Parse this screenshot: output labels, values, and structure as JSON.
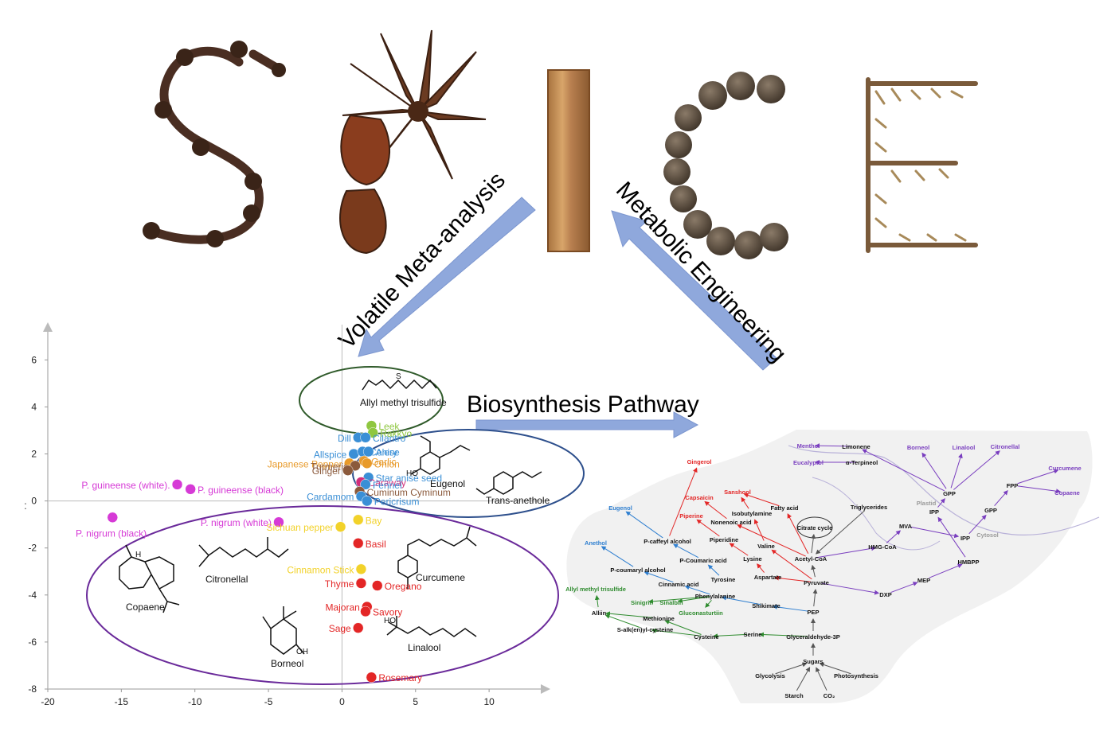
{
  "banner": {
    "letters": [
      "S",
      "P",
      "I",
      "C",
      "E"
    ],
    "arrow_left_label": "Volatile Meta-analysis",
    "arrow_right_label": "Metabolic Engineering",
    "arrow_bottom_label": "Biosynthesis Pathway"
  },
  "colors": {
    "arrow_blue": "#8fa8dc",
    "pathway_red": "#e32626",
    "pathway_blue": "#2f7fd0",
    "pathway_green": "#2e8b2e",
    "pathway_purple": "#7a3fbf",
    "ellipse_green": "#2f5a2a",
    "ellipse_blue": "#2d4f8c",
    "ellipse_purple": "#6a2a9a"
  },
  "chart_data": {
    "type": "scatter",
    "xlim": [
      -20,
      14
    ],
    "ylim": [
      -8,
      7.5
    ],
    "x_ticks": [
      -20,
      -15,
      -10,
      -5,
      0,
      5,
      10
    ],
    "y_ticks": [
      6,
      4,
      2,
      0,
      -2,
      -4,
      -6,
      -8
    ],
    "y_edge_label": ":",
    "points": [
      {
        "label": "Leek",
        "x": 2.0,
        "y": 3.2,
        "color": "#8fc740"
      },
      {
        "label": "Rakkyo",
        "x": 2.1,
        "y": 2.9,
        "color": "#8fc740"
      },
      {
        "label": "Dill",
        "x": 1.1,
        "y": 2.7,
        "color": "#3a8fd6"
      },
      {
        "label": "Cilantro",
        "x": 1.6,
        "y": 2.7,
        "color": "#3a8fd6"
      },
      {
        "label": "Allspice",
        "x": 0.8,
        "y": 2.0,
        "color": "#3a8fd6"
      },
      {
        "label": "Celery",
        "x": 1.4,
        "y": 2.1,
        "color": "#3a8fd6"
      },
      {
        "label": "Anise",
        "x": 1.8,
        "y": 2.1,
        "color": "#3a8fd6"
      },
      {
        "label": "Garlic",
        "x": 1.5,
        "y": 1.7,
        "color": "#e89a2a"
      },
      {
        "label": "Onion",
        "x": 1.7,
        "y": 1.6,
        "color": "#e89a2a"
      },
      {
        "label": "Japanese Pepper",
        "x": 0.5,
        "y": 1.6,
        "color": "#e89a2a"
      },
      {
        "label": "Turmeric",
        "x": 0.9,
        "y": 1.5,
        "color": "#8b5a3c"
      },
      {
        "label": "Ginger",
        "x": 0.4,
        "y": 1.3,
        "color": "#8b5a3c"
      },
      {
        "label": "Star anise seed",
        "x": 1.8,
        "y": 1.0,
        "color": "#3a8fd6"
      },
      {
        "label": "Caraway",
        "x": 1.3,
        "y": 0.8,
        "color": "#d22d7a"
      },
      {
        "label": "Fennel",
        "x": 1.6,
        "y": 0.7,
        "color": "#3a8fd6"
      },
      {
        "label": "Cuminum Cyminum",
        "x": 1.2,
        "y": 0.4,
        "color": "#8b5a3c"
      },
      {
        "label": "Cardamom",
        "x": 1.3,
        "y": 0.2,
        "color": "#3a8fd6"
      },
      {
        "label": "Pericrisum",
        "x": 1.7,
        "y": 0.0,
        "color": "#3a8fd6"
      },
      {
        "label": "P. guineense (white).",
        "x": -11.2,
        "y": 0.7,
        "color": "#d63ad6"
      },
      {
        "label": "P. guineense (black)",
        "x": -10.3,
        "y": 0.5,
        "color": "#d63ad6"
      },
      {
        "label": "P. nigrum (black).",
        "x": -15.6,
        "y": -0.7,
        "color": "#d63ad6"
      },
      {
        "label": "P. nigrum (white)",
        "x": -4.3,
        "y": -0.9,
        "color": "#d63ad6"
      },
      {
        "label": "Bay",
        "x": 1.1,
        "y": -0.8,
        "color": "#f2d22a"
      },
      {
        "label": "Sichuan pepper",
        "x": -0.1,
        "y": -1.1,
        "color": "#f2d22a"
      },
      {
        "label": "Basil",
        "x": 1.1,
        "y": -1.8,
        "color": "#e32626"
      },
      {
        "label": "Cinnamon Stick",
        "x": 1.3,
        "y": -2.9,
        "color": "#f2d22a"
      },
      {
        "label": "Thyme",
        "x": 1.3,
        "y": -3.5,
        "color": "#e32626"
      },
      {
        "label": "Oregano",
        "x": 2.4,
        "y": -3.6,
        "color": "#e32626"
      },
      {
        "label": "Majoran",
        "x": 1.7,
        "y": -4.5,
        "color": "#e32626"
      },
      {
        "label": "Savory",
        "x": 1.6,
        "y": -4.7,
        "color": "#e32626"
      },
      {
        "label": "Sage",
        "x": 1.1,
        "y": -5.4,
        "color": "#e32626"
      },
      {
        "label": "Rosemary",
        "x": 2.0,
        "y": -7.5,
        "color": "#e32626"
      }
    ],
    "compounds": [
      "Allyl methyl trisulfide",
      "Eugenol",
      "Trans-anethole",
      "Citronellal",
      "Curcumene",
      "Copaene",
      "Borneol",
      "Linalool"
    ],
    "compound_atom_labels": {
      "eugenol_ho": "HO",
      "linalool_ho": "HO",
      "borneol_oh": "OH",
      "copaene_h": "H",
      "trisulfide_s": "S"
    }
  },
  "pathway": {
    "nodes": [
      {
        "label": "Menthol",
        "color": "#7a3fbf"
      },
      {
        "label": "Limonene",
        "color": "#111111"
      },
      {
        "label": "Borneol",
        "color": "#7a3fbf"
      },
      {
        "label": "Linalool",
        "color": "#7a3fbf"
      },
      {
        "label": "Citronellal",
        "color": "#7a3fbf"
      },
      {
        "label": "Eucalyptol",
        "color": "#7a3fbf"
      },
      {
        "label": "α-Terpineol",
        "color": "#111111"
      },
      {
        "label": "Curcumene",
        "color": "#7a3fbf"
      },
      {
        "label": "Copaene",
        "color": "#7a3fbf"
      },
      {
        "label": "GPP",
        "color": "#111111"
      },
      {
        "label": "GPP",
        "color": "#111111"
      },
      {
        "label": "FPP",
        "color": "#111111"
      },
      {
        "label": "Plastid",
        "color": "#999999"
      },
      {
        "label": "IPP",
        "color": "#111111"
      },
      {
        "label": "IPP",
        "color": "#111111"
      },
      {
        "label": "Cytosol",
        "color": "#999999"
      },
      {
        "label": "MVA",
        "color": "#111111"
      },
      {
        "label": "HMG-CoA",
        "color": "#111111"
      },
      {
        "label": "HMBPP",
        "color": "#111111"
      },
      {
        "label": "MEP",
        "color": "#111111"
      },
      {
        "label": "DXP",
        "color": "#111111"
      },
      {
        "label": "Gingerol",
        "color": "#e32626"
      },
      {
        "label": "Sanshool",
        "color": "#e32626"
      },
      {
        "label": "Capsaicin",
        "color": "#e32626"
      },
      {
        "label": "Isobutylamine",
        "color": "#111111"
      },
      {
        "label": "Fatty acid",
        "color": "#111111"
      },
      {
        "label": "Triglycerides",
        "color": "#111111"
      },
      {
        "label": "Piperine",
        "color": "#e32626"
      },
      {
        "label": "Nonenoic acid",
        "color": "#111111"
      },
      {
        "label": "Citrate cycle",
        "color": "#111111"
      },
      {
        "label": "Eugenol",
        "color": "#2f7fd0"
      },
      {
        "label": "P-caffeyl alcohol",
        "color": "#111111"
      },
      {
        "label": "Piperidine",
        "color": "#111111"
      },
      {
        "label": "Valine",
        "color": "#111111"
      },
      {
        "label": "Anethol",
        "color": "#2f7fd0"
      },
      {
        "label": "P-Coumaric acid",
        "color": "#111111"
      },
      {
        "label": "Lysine",
        "color": "#111111"
      },
      {
        "label": "Acetyl-CoA",
        "color": "#111111"
      },
      {
        "label": "P-coumaryl alcohol",
        "color": "#111111"
      },
      {
        "label": "Aspartate",
        "color": "#111111"
      },
      {
        "label": "Pyruvate",
        "color": "#111111"
      },
      {
        "label": "Cinnamic acid",
        "color": "#111111"
      },
      {
        "label": "Tyrosine",
        "color": "#111111"
      },
      {
        "label": "Allyl methyl trisulfide",
        "color": "#2e8b2e"
      },
      {
        "label": "Phenylalanine",
        "color": "#111111"
      },
      {
        "label": "Sinigrin",
        "color": "#2e8b2e"
      },
      {
        "label": "Sinalbin",
        "color": "#2e8b2e"
      },
      {
        "label": "Shikimate",
        "color": "#111111"
      },
      {
        "label": "Gluconasturtiin",
        "color": "#2e8b2e"
      },
      {
        "label": "PEP",
        "color": "#111111"
      },
      {
        "label": "Alliin",
        "color": "#111111"
      },
      {
        "label": "Methionine",
        "color": "#111111"
      },
      {
        "label": "S-alk(en)yl-cysteine",
        "color": "#111111"
      },
      {
        "label": "Cysteine",
        "color": "#111111"
      },
      {
        "label": "Serine",
        "color": "#111111"
      },
      {
        "label": "Glyceraldehyde-3P",
        "color": "#111111"
      },
      {
        "label": "Sugars",
        "color": "#111111"
      },
      {
        "label": "Glycolysis",
        "color": "#111111"
      },
      {
        "label": "Photosynthesis",
        "color": "#111111"
      },
      {
        "label": "Starch",
        "color": "#111111"
      },
      {
        "label": "CO₂",
        "color": "#111111"
      }
    ]
  }
}
